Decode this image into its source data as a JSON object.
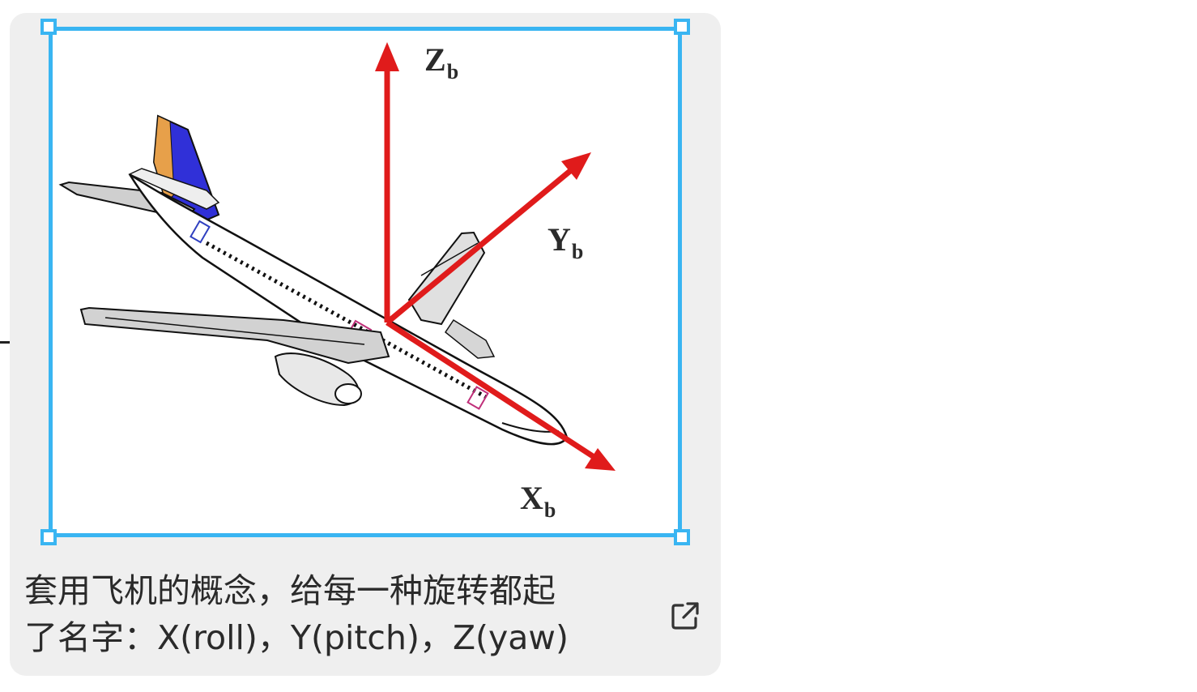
{
  "axes": {
    "z": {
      "main": "Z",
      "sub": "b"
    },
    "y": {
      "main": "Y",
      "sub": "b"
    },
    "x": {
      "main": "X",
      "sub": "b"
    }
  },
  "caption": {
    "line1": "套用飞机的概念，给每一种旋转都起",
    "line2": "了名字：X(roll)，Y(pitch)，Z(yaw)"
  },
  "icons": {
    "open_external": "external-link-icon"
  },
  "colors": {
    "selection": "#39b5f2",
    "axis_arrows": "#e01b1b",
    "card_bg": "#efefef"
  }
}
